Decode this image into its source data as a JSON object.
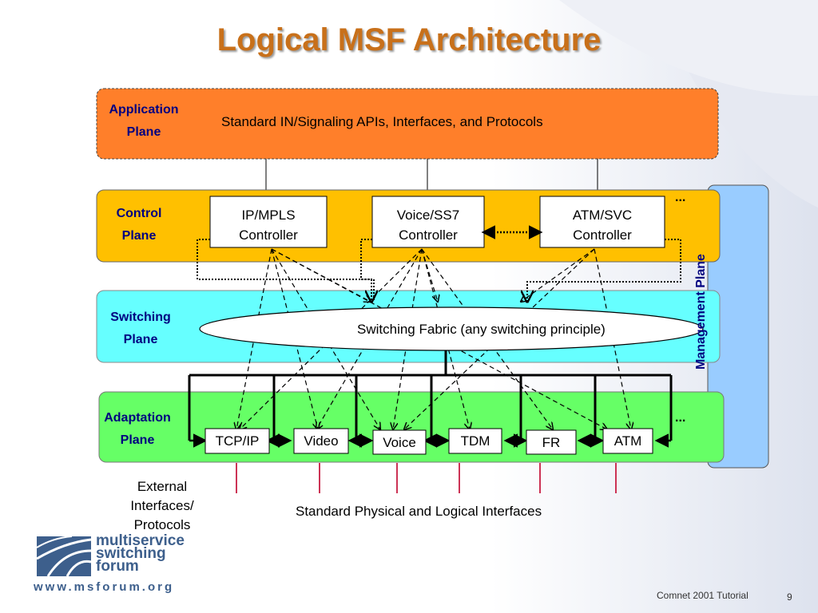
{
  "title": "Logical MSF Architecture",
  "planes": {
    "application": {
      "label_line1": "Application",
      "label_line2": "Plane",
      "description": "Standard IN/Signaling APIs, Interfaces, and Protocols"
    },
    "control": {
      "label_line1": "Control",
      "label_line2": "Plane",
      "ellipsis": "..."
    },
    "switching": {
      "label_line1": "Switching",
      "label_line2": "Plane",
      "fabric": "Switching Fabric (any switching principle)"
    },
    "adaptation": {
      "label_line1": "Adaptation",
      "label_line2": "Plane",
      "ellipsis": "..."
    },
    "management": {
      "label": "Management Plane"
    }
  },
  "controllers": [
    {
      "line1": "IP/MPLS",
      "line2": "Controller"
    },
    {
      "line1": "Voice/SS7",
      "line2": "Controller"
    },
    {
      "line1": "ATM/SVC",
      "line2": "Controller"
    }
  ],
  "adapters": [
    "TCP/IP",
    "Video",
    "Voice",
    "TDM",
    "FR",
    "ATM"
  ],
  "external": {
    "line1": "External",
    "line2": "Interfaces/",
    "line3": "Protocols"
  },
  "physical_interfaces": "Standard Physical and Logical Interfaces",
  "logo": {
    "line1": "multiservice",
    "line2": "switching",
    "line3": "forum",
    "url": "www.msforum.org"
  },
  "footer": {
    "event": "Comnet 2001 Tutorial",
    "page": "9"
  },
  "colors": {
    "application_plane": "#ff7f2a",
    "control_plane": "#ffc000",
    "switching_plane": "#66ffff",
    "adaptation_plane": "#66ff66",
    "management_plane": "#99ccff",
    "title": "#c8701a",
    "label": "#000080",
    "interface_line": "#cc3355"
  }
}
